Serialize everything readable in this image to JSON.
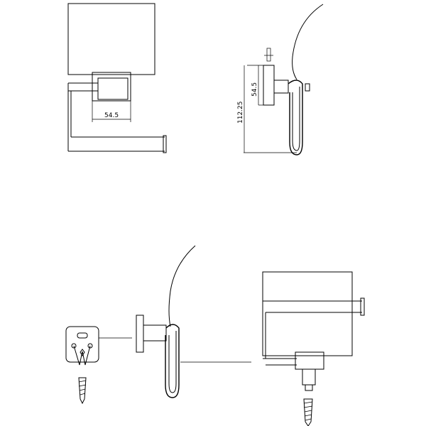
{
  "dimensions": {
    "front_width": "54.5",
    "side_plate_height": "54.5",
    "side_total_height": "112.25"
  }
}
